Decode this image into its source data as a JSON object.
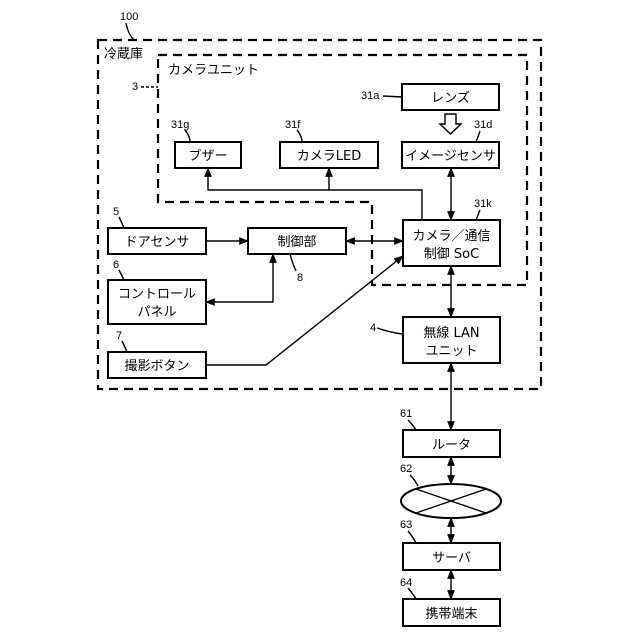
{
  "refs": {
    "r100": "100",
    "r3": "3",
    "r31a": "31a",
    "r31g": "31g",
    "r31f": "31f",
    "r31d": "31d",
    "r31k": "31k",
    "r5": "5",
    "r6": "6",
    "r7": "7",
    "r8": "8",
    "r4": "4",
    "r61": "61",
    "r62": "62",
    "r63": "63",
    "r64": "64"
  },
  "groups": {
    "fridge": "冷蔵庫",
    "camera_unit": "カメラユニット"
  },
  "blocks": {
    "lens": "レンズ",
    "buzzer": "ブザー",
    "camera_led": "カメラLED",
    "image_sensor": "イメージセンサ",
    "soc_line1": "カメラ／通信",
    "soc_line2": "制御 SoC",
    "door_sensor": "ドアセンサ",
    "control_unit": "制御部",
    "panel_line1": "コントロール",
    "panel_line2": "パネル",
    "shoot_button": "撮影ボタン",
    "wlan_line1": "無線 LAN",
    "wlan_line2": "ユニット",
    "router": "ルータ",
    "server": "サーバ",
    "mobile": "携帯端末"
  }
}
